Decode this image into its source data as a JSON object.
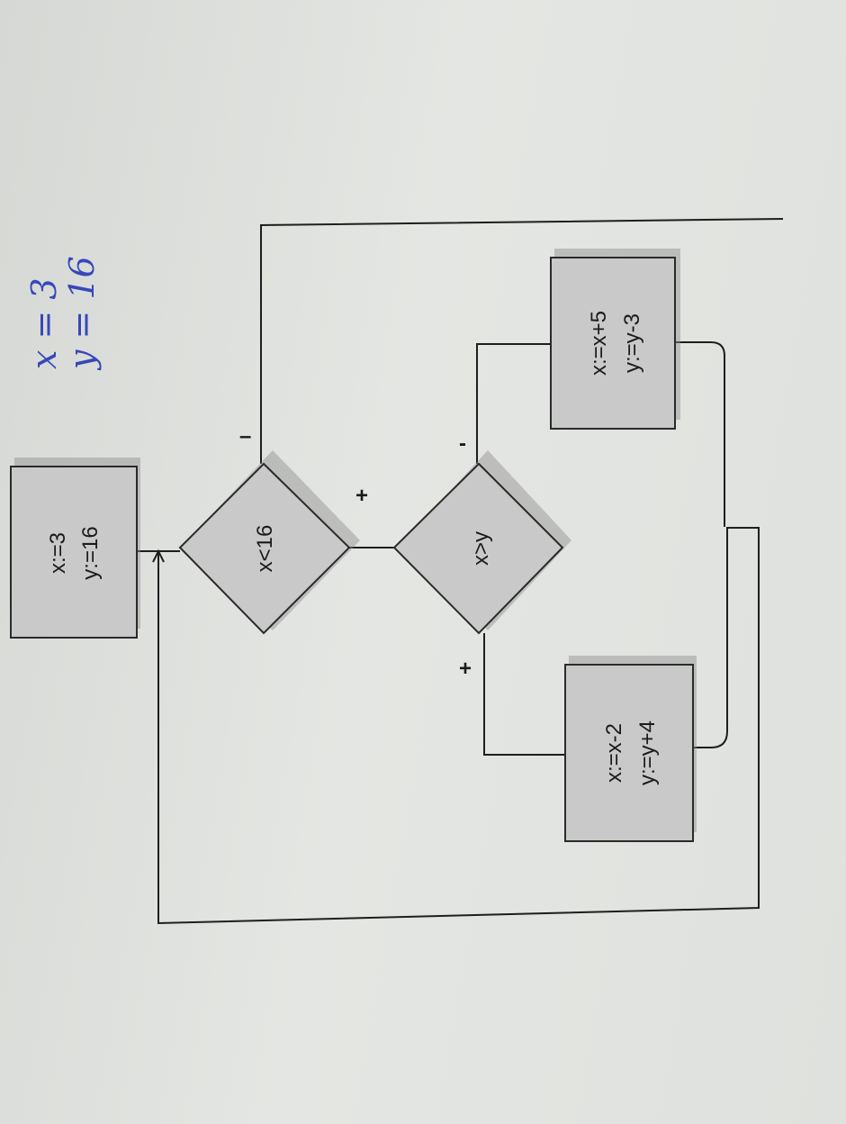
{
  "handwritten_note": {
    "line1": "x = 3",
    "line2": "y = 16"
  },
  "blocks": {
    "init": {
      "line1": "x:=3",
      "line2": "y:=16"
    },
    "cond1": {
      "text": "x<16",
      "yes": "+",
      "no": "–"
    },
    "cond2": {
      "text": "x>y",
      "yes": "+",
      "no": "-"
    },
    "action_yes": {
      "line1": "x:=x-2",
      "line2": "y:=y+4"
    },
    "action_no": {
      "line1": "x:=x+5",
      "line2": "y:=y-3"
    }
  }
}
